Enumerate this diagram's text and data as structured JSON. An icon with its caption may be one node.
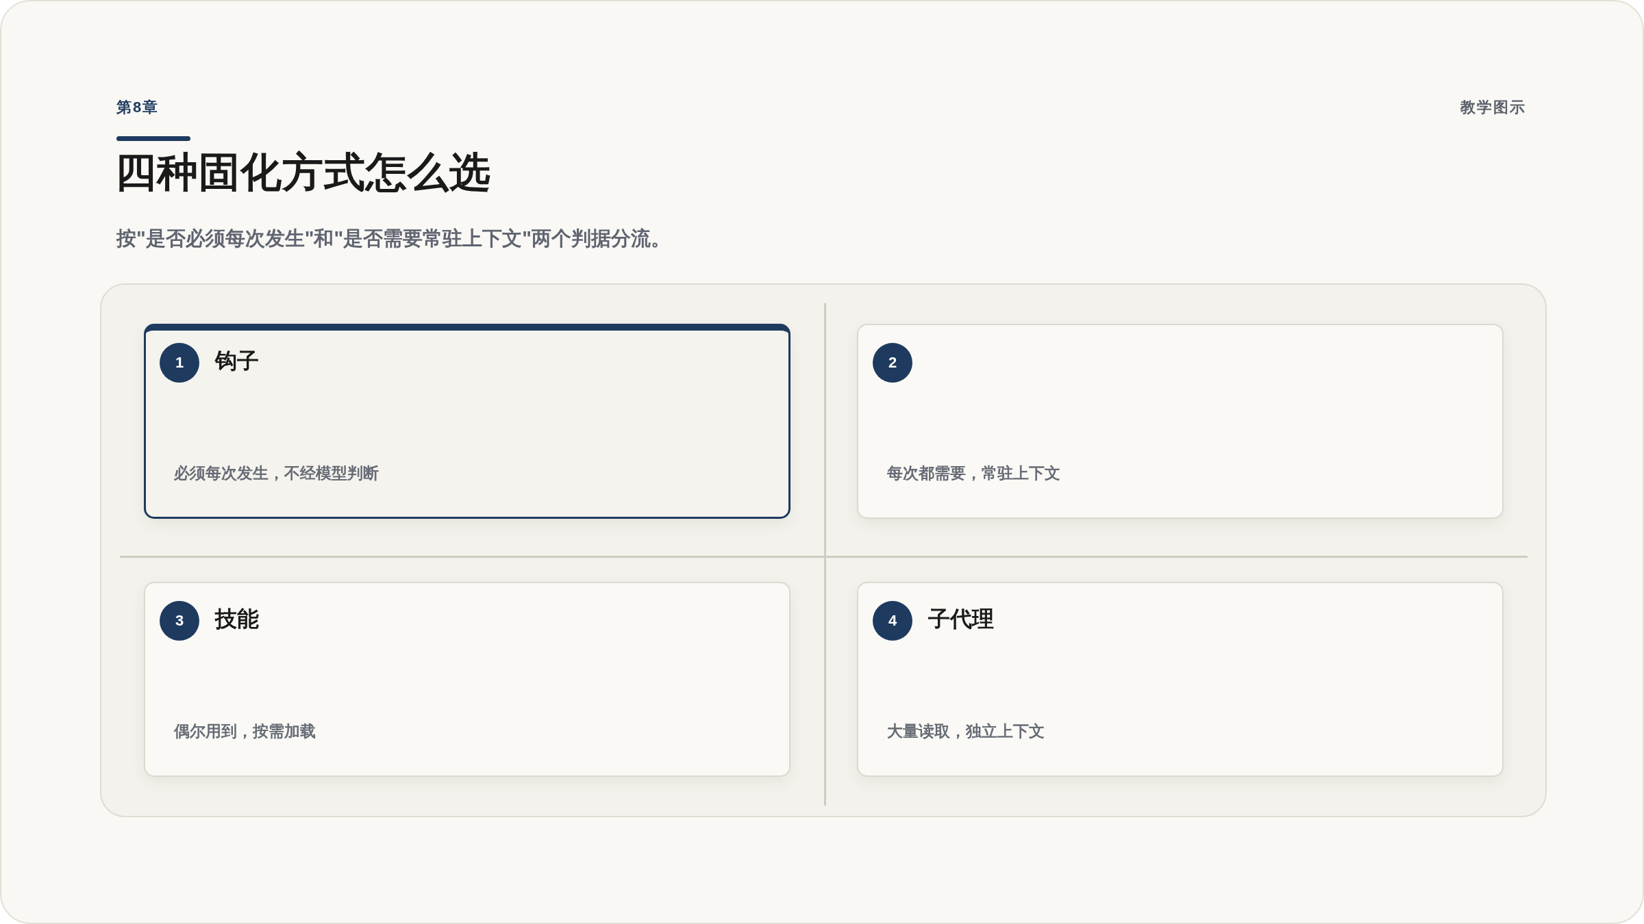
{
  "diagram": {
    "title": "四种固化方式怎么选",
    "nodes": [
      {
        "text": [
          "钩子",
          "必须每次发生，不经模型判断"
        ]
      },
      {
        "text": [
          "1"
        ],
        "in": 0
      },
      {
        "text": [
          "每次都需要，常驻上下文"
        ]
      },
      {
        "text": [
          "2"
        ],
        "in": 2
      },
      {
        "text": [
          "技能",
          "偶尔用到，按需加载"
        ]
      },
      {
        "text": [
          "3"
        ],
        "in": 4
      },
      {
        "text": [
          "子代理",
          "大量读取，独立上下文"
        ]
      },
      {
        "text": [
          "4"
        ],
        "in": 6
      }
    ],
    "labels": [
      "第8章",
      "教学图示",
      "按\"是否必须每次发生\"和\"是否需要常驻上下文\"两个判据分流。"
    ]
  }
}
